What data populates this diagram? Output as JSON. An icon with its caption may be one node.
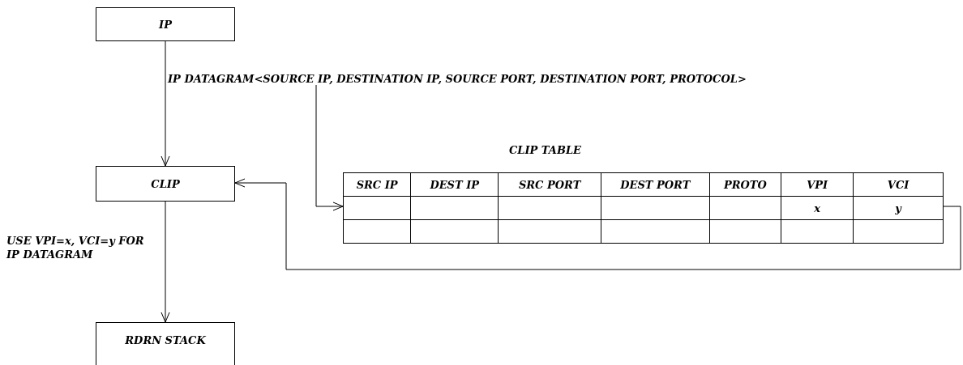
{
  "diagram": {
    "nodes": [
      {
        "text": [
          "IP"
        ]
      },
      {
        "text": [
          "IP DATAGRAM<SOURCE IP, DESTINATION IP, SOURCE PORT, DESTINATION PORT, PROTOCOL>"
        ]
      },
      {
        "text": [
          "CLIP TABLE"
        ]
      },
      {
        "text": [
          "CLIP"
        ]
      },
      {
        "text": [
          "RDRN STACK"
        ]
      }
    ],
    "edges": [
      {
        "from": 0,
        "to": 3,
        "arrow": "to"
      },
      {
        "from": 1,
        "to": 2,
        "arrow": "to"
      },
      {
        "from": 2,
        "to": 3,
        "arrow": "to"
      },
      {
        "from": 3,
        "to": 4,
        "arrow": "to",
        "label": "USE VPI=x, VCI=y FOR IP DATAGRAM"
      }
    ],
    "labels": [
      "SRC IP",
      "DEST IP",
      "SRC PORT",
      "DEST PORT",
      "PROTO",
      "VPI",
      "VCI",
      "x",
      "y"
    ]
  }
}
